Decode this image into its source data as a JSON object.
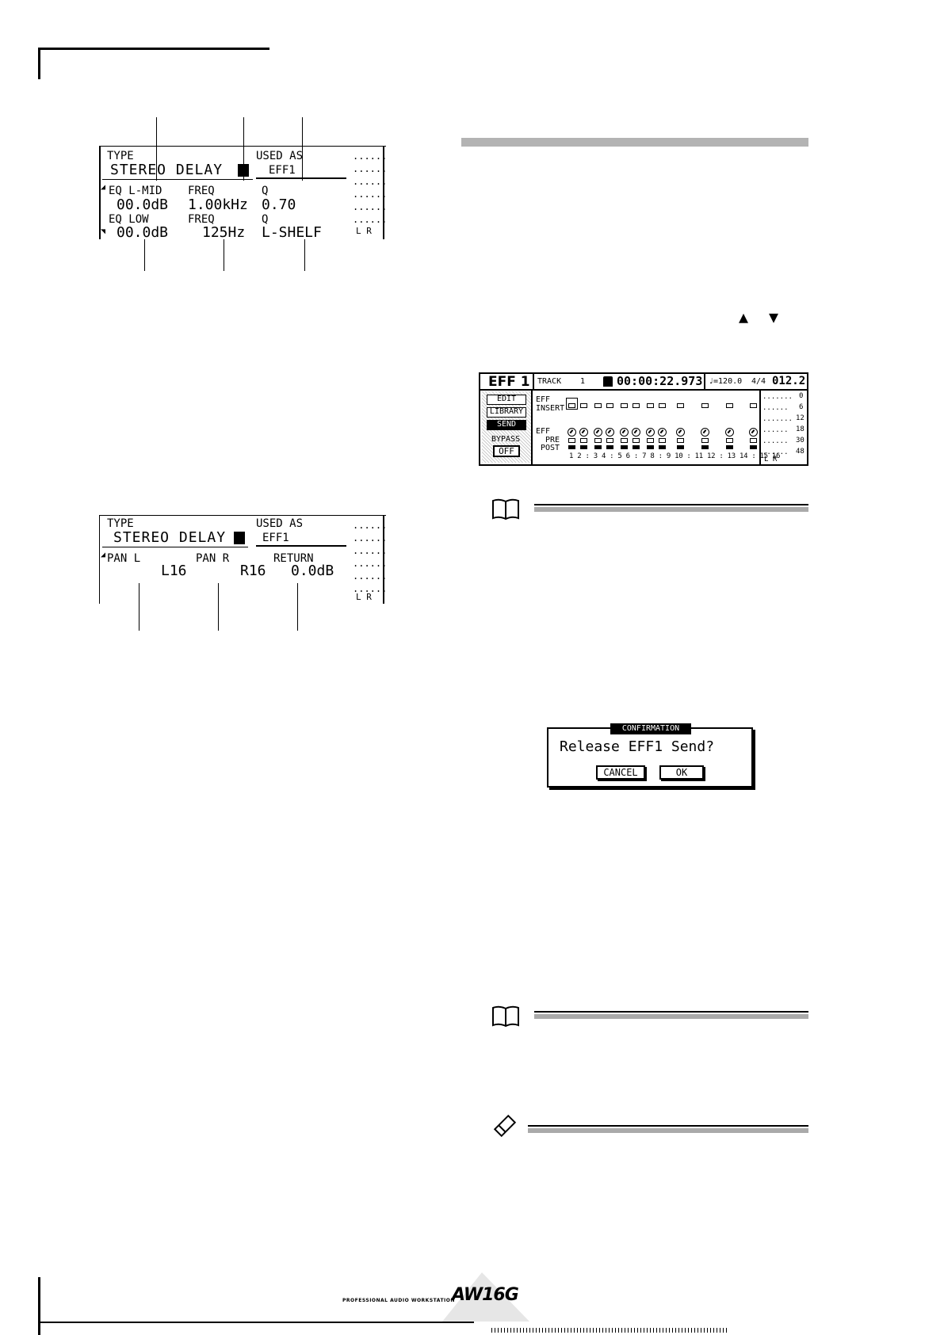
{
  "screen1": {
    "type_label": "TYPE",
    "effect_name": "STEREO DELAY",
    "used_as_label": "USED AS",
    "used_as_value": "EFF1",
    "eq_lmid_label": "EQ L-MID",
    "eq_lmid_gain": "00.0dB",
    "freq_label_1": "FREQ",
    "freq_1": "1.00kHz",
    "q_label_1": "Q",
    "q_1": "0.70",
    "eq_low_label": "EQ LOW",
    "eq_low_gain": "00.0dB",
    "freq_label_2": "FREQ",
    "freq_2": "125Hz",
    "q_label_2": "Q",
    "q_2": "L-SHELF",
    "meter_lr": "L R"
  },
  "screen2": {
    "type_label": "TYPE",
    "effect_name": "STEREO DELAY",
    "used_as_label": "USED AS",
    "used_as_value": "EFF1",
    "pan_l_label": "PAN L",
    "pan_r_label": "PAN R",
    "return_label": "RETURN",
    "pan_l_value": "L16",
    "pan_r_value": "R16",
    "return_value": "0.0dB",
    "meter_lr": "L R"
  },
  "eff_screen": {
    "title": "EFF 1",
    "track_label": "TRACK",
    "track_number": "1",
    "time": "00:00:22.973",
    "tempo": "♩=120.0",
    "meter": "4/4",
    "bar": "012.2",
    "tab_edit": "EDIT",
    "tab_library": "LIBRARY",
    "tab_send": "SEND",
    "bypass_label": "BYPASS",
    "bypass_value": "OFF",
    "eff_insert_label_1": "EFF",
    "eff_insert_label_2": "INSERT",
    "eff_label": "EFF",
    "pre_label": "PRE",
    "post_label": "POST",
    "channels": "1 2 : 3 4 : 5 6 : 7 8 : 9 10 : 11 12 : 13 14 : 15 16",
    "scale": [
      "0",
      "6",
      "12",
      "18",
      "30",
      "48"
    ],
    "meter_lr": "L R"
  },
  "confirm_dialog": {
    "title": "CONFIRMATION",
    "message": "Release EFF1 Send?",
    "cancel": "CANCEL",
    "ok": "OK"
  },
  "footer": {
    "product_line": "PROFESSIONAL AUDIO WORKSTATION",
    "brand": "AW16G"
  },
  "cursor_symbols": {
    "up": "▲",
    "down": "▼"
  }
}
